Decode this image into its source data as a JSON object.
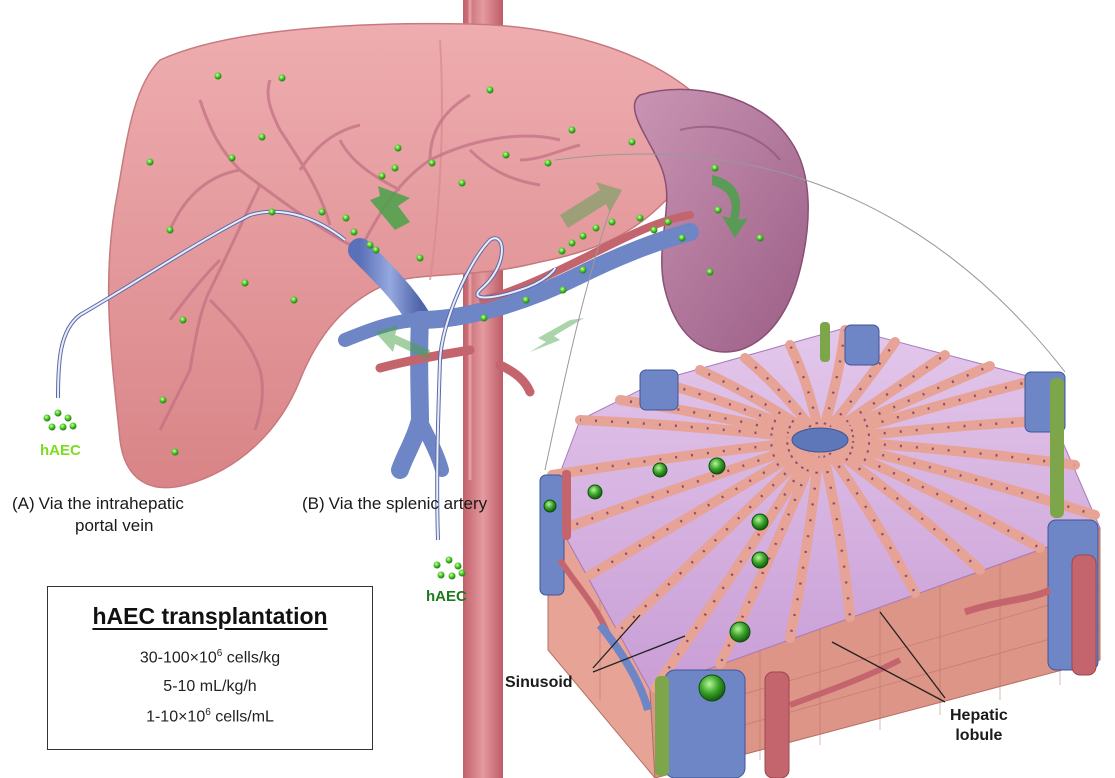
{
  "routes": {
    "a": {
      "letter": "(A)",
      "line1": "Via the intrahepatic",
      "line2": "portal vein"
    },
    "b": {
      "letter": "(B)",
      "text": "Via the splenic artery"
    }
  },
  "cell_labels": {
    "a": "hAEC",
    "b": "hAEC"
  },
  "anatomy_labels": {
    "sinusoid": "Sinusoid",
    "hepatic_lobule_line1": "Hepatic",
    "hepatic_lobule_line2": "lobule"
  },
  "info_box": {
    "title": "hAEC transplantation",
    "dose_prefix": "30-100×10",
    "dose_exp": "6",
    "dose_suffix": " cells/kg",
    "rate": "5-10 mL/kg/h",
    "conc_prefix": "1-10×10",
    "conc_exp": "6",
    "conc_suffix": " cells/mL"
  },
  "colors": {
    "liver": "#e59a9b",
    "liver_dark": "#c97b80",
    "spleen": "#b97aa1",
    "portal_vein": "#6e86c6",
    "artery": "#c4656e",
    "aorta": "#d97d86",
    "cells_light": "#7ddc1f",
    "cells_dark": "#1e7a1e",
    "arrow": "#4aa24a",
    "lobule_top": "#d6b3e0",
    "hepatocyte": "#e6a396"
  }
}
